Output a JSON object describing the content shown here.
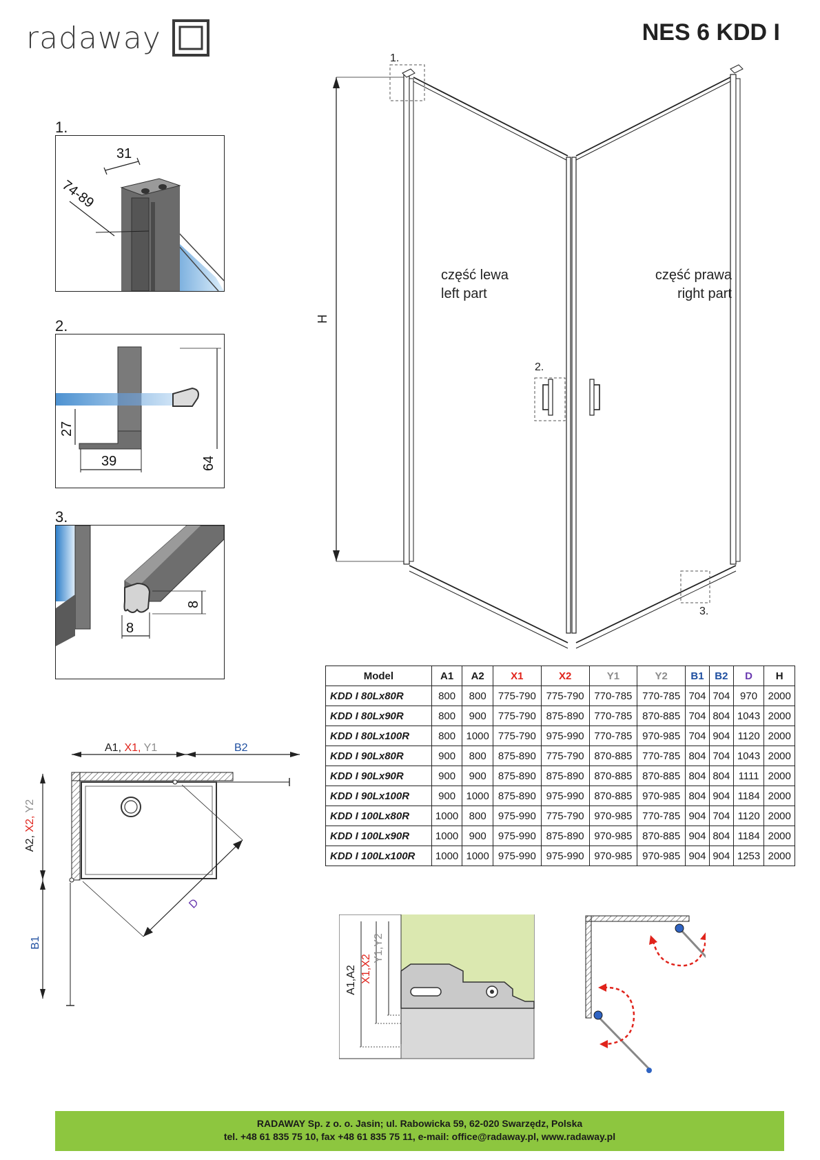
{
  "brand": {
    "name": "radaway"
  },
  "header": {
    "title": "NES 6 KDD I"
  },
  "details": [
    {
      "label": "1.",
      "dims": [
        "31",
        "74-89"
      ]
    },
    {
      "label": "2.",
      "dims": [
        "27",
        "39",
        "64"
      ]
    },
    {
      "label": "3.",
      "dims": [
        "8",
        "8"
      ]
    }
  ],
  "main_drawing": {
    "callout_1": "1.",
    "callout_2": "2.",
    "callout_3": "3.",
    "height_label": "H",
    "left_part": [
      "część lewa",
      "left part"
    ],
    "right_part": [
      "część prawa",
      "right part"
    ]
  },
  "table": {
    "headers": [
      "Model",
      "A1",
      "A2",
      "X1",
      "X2",
      "Y1",
      "Y2",
      "B1",
      "B2",
      "D",
      "H"
    ],
    "header_colors": [
      "#1a1a1a",
      "#1a1a1a",
      "#1a1a1a",
      "#e0231b",
      "#e0231b",
      "#8c8c8c",
      "#8c8c8c",
      "#1f4fa0",
      "#1f4fa0",
      "#6a3ab0",
      "#1a1a1a"
    ],
    "rows": [
      [
        "KDD I 80Lx80R",
        "800",
        "800",
        "775-790",
        "775-790",
        "770-785",
        "770-785",
        "704",
        "704",
        "970",
        "2000"
      ],
      [
        "KDD I 80Lx90R",
        "800",
        "900",
        "775-790",
        "875-890",
        "770-785",
        "870-885",
        "704",
        "804",
        "1043",
        "2000"
      ],
      [
        "KDD I 80Lx100R",
        "800",
        "1000",
        "775-790",
        "975-990",
        "770-785",
        "970-985",
        "704",
        "904",
        "1120",
        "2000"
      ],
      [
        "KDD I 90Lx80R",
        "900",
        "800",
        "875-890",
        "775-790",
        "870-885",
        "770-785",
        "804",
        "704",
        "1043",
        "2000"
      ],
      [
        "KDD I 90Lx90R",
        "900",
        "900",
        "875-890",
        "875-890",
        "870-885",
        "870-885",
        "804",
        "804",
        "1111",
        "2000"
      ],
      [
        "KDD I 90Lx100R",
        "900",
        "1000",
        "875-890",
        "975-990",
        "870-885",
        "970-985",
        "804",
        "904",
        "1184",
        "2000"
      ],
      [
        "KDD I 100Lx80R",
        "1000",
        "800",
        "975-990",
        "775-790",
        "970-985",
        "770-785",
        "904",
        "704",
        "1120",
        "2000"
      ],
      [
        "KDD I 100Lx90R",
        "1000",
        "900",
        "975-990",
        "875-890",
        "970-985",
        "870-885",
        "904",
        "804",
        "1184",
        "2000"
      ],
      [
        "KDD I 100Lx100R",
        "1000",
        "1000",
        "975-990",
        "975-990",
        "970-985",
        "970-985",
        "904",
        "904",
        "1253",
        "2000"
      ]
    ]
  },
  "plan": {
    "top_dim": {
      "a": "A1, ",
      "x": "X1, ",
      "y": "Y1"
    },
    "b2": "B2",
    "left_dim": {
      "a": "A2, ",
      "x": "X2, ",
      "y": "Y2"
    },
    "b1": "B1",
    "d": "D"
  },
  "section": {
    "a": "A1,A2",
    "x": "X1,X2",
    "y": "Y1,Y2"
  },
  "footer": {
    "line1": "RADAWAY Sp. z o. o. Jasin; ul. Rabowicka 59, 62-020 Swarzędz, Polska",
    "line2": "tel. +48 61 835 75 10, fax +48 61 835 75 11, e-mail: office@radaway.pl, www.radaway.pl"
  },
  "colors": {
    "accent_green": "#8dc63f",
    "red": "#e0231b",
    "blue": "#1f4fa0",
    "purple": "#6a3ab0",
    "gray": "#8c8c8c",
    "glass_blue": "#2f7fc9"
  }
}
